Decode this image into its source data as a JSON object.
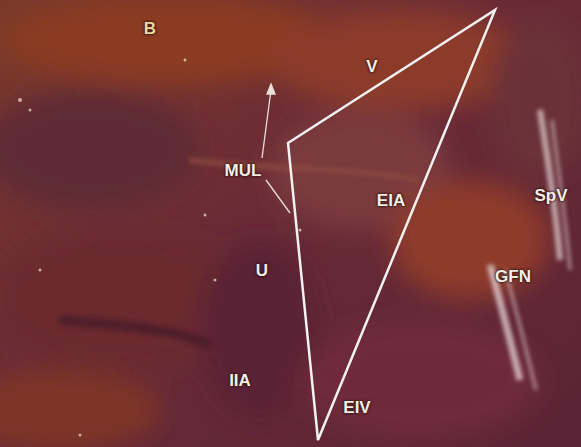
{
  "diagram": {
    "labels": [
      "B",
      "V",
      "MUL",
      "EIA",
      "SpV",
      "U",
      "GFN",
      "IIA",
      "EIV"
    ]
  }
}
